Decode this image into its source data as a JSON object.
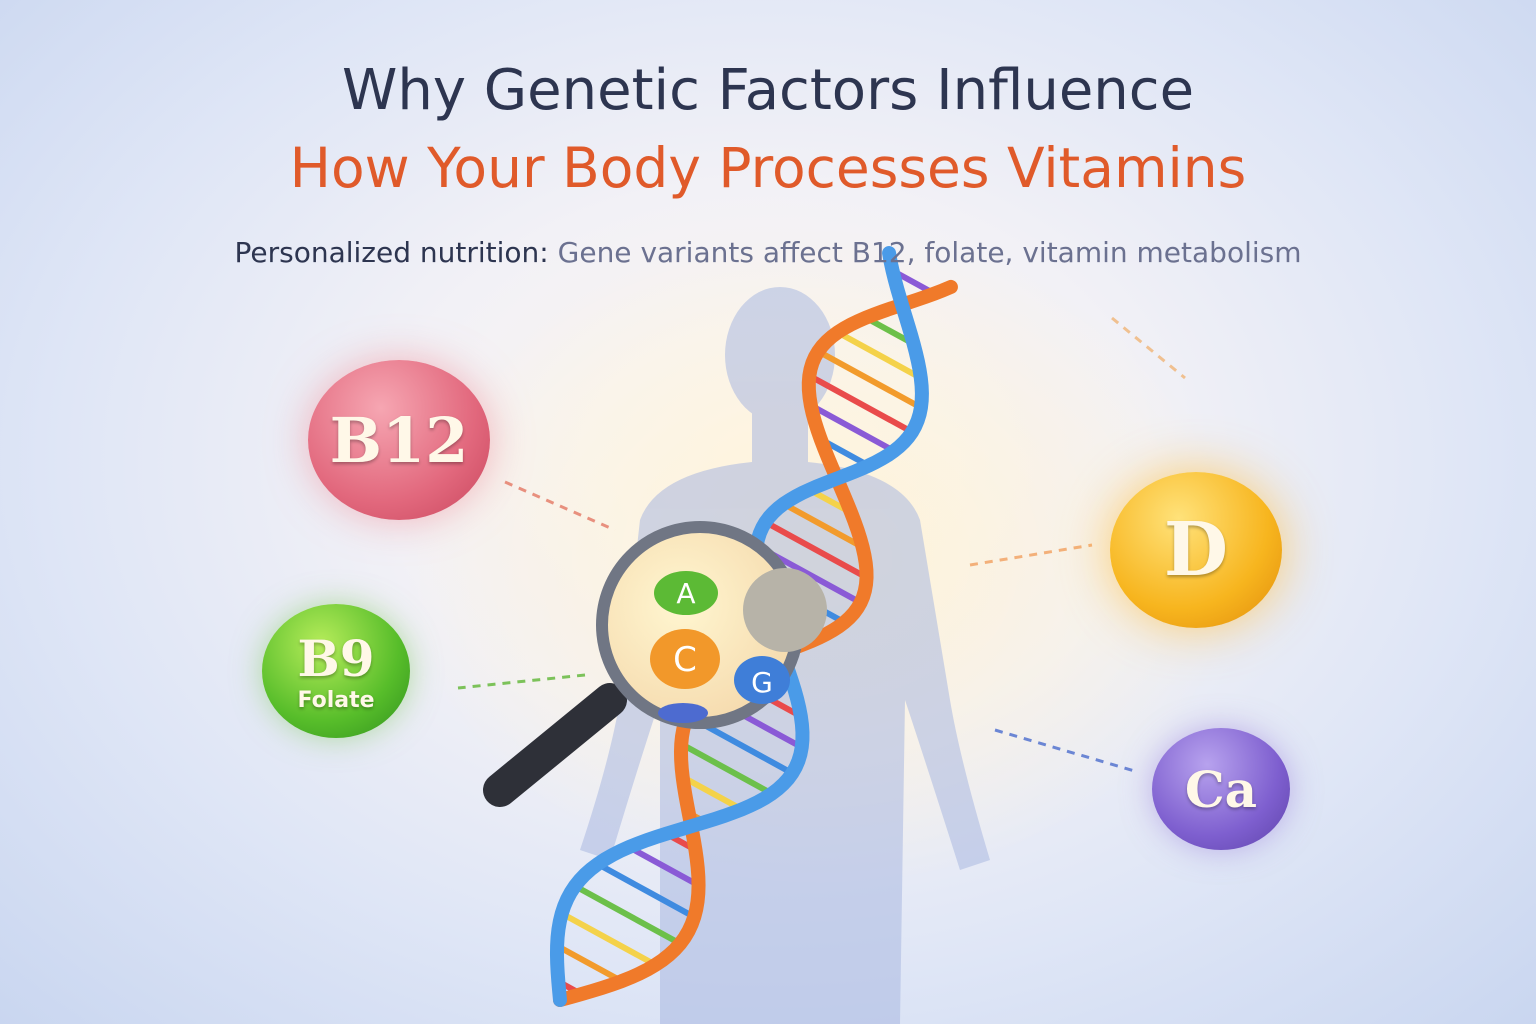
{
  "title": {
    "line1": "Why Genetic Factors Influence",
    "line2": "How Your Body Processes Vitamins"
  },
  "subtitle": {
    "lead": "Personalized nutrition:",
    "rest": "Gene variants affect B12, folate, vitamin metabolism"
  },
  "vitamins": {
    "b12": "B12",
    "b9": "B9",
    "b9_sub": "Folate",
    "d": "D",
    "ca": "Ca"
  },
  "magnifier": {
    "bases": [
      "A",
      "C",
      "G"
    ]
  },
  "colors": {
    "title": "#2d3550",
    "accent": "#e05a2a",
    "b12": "#e2687d",
    "b9": "#57bd2a",
    "d": "#f7b51e",
    "ca": "#7e5fcf"
  }
}
